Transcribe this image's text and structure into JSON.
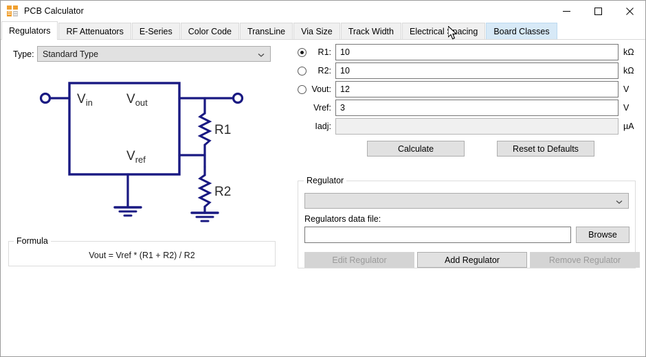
{
  "window": {
    "title": "PCB Calculator",
    "app_icon": "calculator-icon",
    "minimize_label": "—",
    "maximize_label": "□",
    "close_label": "✕"
  },
  "tabs": [
    {
      "label": "Regulators",
      "state": "selected"
    },
    {
      "label": "RF Attenuators",
      "state": "normal"
    },
    {
      "label": "E-Series",
      "state": "normal"
    },
    {
      "label": "Color Code",
      "state": "normal"
    },
    {
      "label": "TransLine",
      "state": "normal"
    },
    {
      "label": "Via Size",
      "state": "normal"
    },
    {
      "label": "Track Width",
      "state": "normal"
    },
    {
      "label": "Electrical Spacing",
      "state": "normal"
    },
    {
      "label": "Board Classes",
      "state": "hovered"
    }
  ],
  "left_pane": {
    "type_label": "Type:",
    "type_value": "Standard Type",
    "diagram": {
      "pin_vin": "V",
      "pin_vin_sub": "in",
      "pin_vout": "V",
      "pin_vout_sub": "out",
      "pin_vref": "V",
      "pin_vref_sub": "ref",
      "resistor_1": "R1",
      "resistor_2": "R2",
      "line_color": "#191982",
      "label_color": "#2b2b2b"
    },
    "formula_group_title": "Formula",
    "formula_text": "Vout = Vref * (R1 + R2) / R2"
  },
  "right_pane": {
    "fields": [
      {
        "name": "r1",
        "has_radio": true,
        "radio_checked": true,
        "label": "R1:",
        "value": "10",
        "unit": "kΩ",
        "disabled": false
      },
      {
        "name": "r2",
        "has_radio": true,
        "radio_checked": false,
        "label": "R2:",
        "value": "10",
        "unit": "kΩ",
        "disabled": false
      },
      {
        "name": "vout",
        "has_radio": true,
        "radio_checked": false,
        "label": "Vout:",
        "value": "12",
        "unit": "V",
        "disabled": false
      },
      {
        "name": "vref",
        "has_radio": false,
        "radio_checked": false,
        "label": "Vref:",
        "value": "3",
        "unit": "V",
        "disabled": false
      },
      {
        "name": "iadj",
        "has_radio": false,
        "radio_checked": false,
        "label": "Iadj:",
        "value": "",
        "unit": "µA",
        "disabled": true
      }
    ],
    "calculate_label": "Calculate",
    "reset_label": "Reset to Defaults",
    "regulator_group": {
      "title": "Regulator",
      "selected_regulator": "",
      "datafile_label": "Regulators data file:",
      "datafile_value": "",
      "browse_label": "Browse",
      "edit_label": "Edit Regulator",
      "edit_disabled": true,
      "add_label": "Add Regulator",
      "add_disabled": false,
      "remove_label": "Remove Regulator",
      "remove_disabled": true
    }
  }
}
